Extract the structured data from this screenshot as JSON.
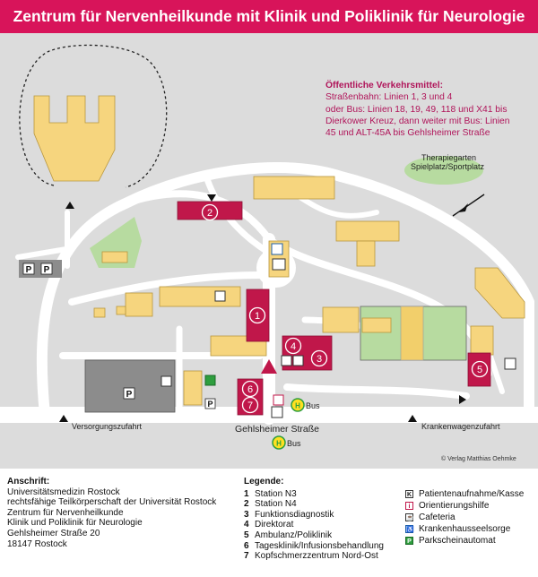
{
  "title": "Zentrum für Nervenheilkunde mit Klinik und Poliklinik für Neurologie",
  "transport": {
    "heading": "Öffentliche Verkehrsmittel:",
    "lines": [
      "Straßenbahn: Linien 1, 3 und 4",
      "oder Bus: Linien 18, 19, 49, 118 und X41 bis",
      "Dierkower Kreuz, dann weiter mit Bus: Linien",
      "45 und ALT-45A  bis Gehlsheimer Straße"
    ]
  },
  "map_labels": {
    "therapy_garden_1": "Therapiegarten",
    "therapy_garden_2": "Spielplatz/Sportplatz",
    "supply_access": "Versorgungszufahrt",
    "ambulance_access": "Krankenwagenzufahrt",
    "street": "Gehlsheimer Straße",
    "bus_1": "Bus",
    "bus_2": "Bus",
    "bus_icon": "H",
    "copyright": "© Verlag Matthias Oehmke",
    "parking_letter": "P",
    "station_numbers": [
      "1",
      "2",
      "3",
      "4",
      "5",
      "6",
      "7"
    ]
  },
  "address": {
    "heading": "Anschrift:",
    "lines": [
      "Universitätsmedizin Rostock",
      "rechtsfähige Teilkörperschaft der Universität Rostock",
      "Zentrum für Nervenheilkunde",
      "Klinik und Poliklinik für Neurologie",
      "Gehlsheimer Straße 20",
      "18147 Rostock"
    ]
  },
  "legend": {
    "heading": "Legende:",
    "numbered": [
      {
        "n": "1",
        "label": "Station N3"
      },
      {
        "n": "2",
        "label": "Station N4"
      },
      {
        "n": "3",
        "label": "Funktionsdiagnostik"
      },
      {
        "n": "4",
        "label": "Direktorat"
      },
      {
        "n": "5",
        "label": "Ambulanz/Poliklinik"
      },
      {
        "n": "6",
        "label": "Tagesklinik/Infusionsbehandlung"
      },
      {
        "n": "7",
        "label": "Kopfschmerzzentrum Nord-Ost"
      }
    ],
    "icons": [
      {
        "icon": "K",
        "label": "Patientenaufnahme/Kasse"
      },
      {
        "icon": "i",
        "label": "Orientierungshilfe"
      },
      {
        "icon": "☕",
        "label": "Cafeteria"
      },
      {
        "icon": "♿",
        "label": "Krankenhausseelsorge"
      },
      {
        "icon": "P",
        "label": "Parkscheinautomat"
      }
    ]
  },
  "colors": {
    "banner": "#d8145a",
    "station": "#c0174a",
    "building": "#f6d57e",
    "ground": "#dcdcdc",
    "road": "#ffffff",
    "green": "#b7dba0"
  }
}
